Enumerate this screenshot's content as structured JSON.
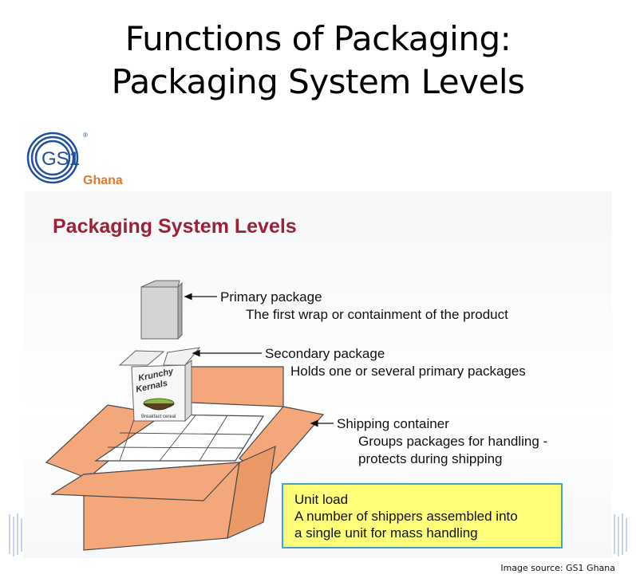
{
  "slide": {
    "title_line1": "Functions of Packaging:",
    "title_line2": "Packaging System Levels",
    "source": "Image source: GS1 Ghana"
  },
  "logo": {
    "mark": "GS1",
    "country": "Ghana"
  },
  "diagram": {
    "heading": "Packaging System Levels",
    "levels": [
      {
        "name": "Primary package",
        "description": "The first wrap or containment of the product"
      },
      {
        "name": "Secondary package",
        "description": "Holds one or several primary packages"
      },
      {
        "name": "Shipping container",
        "description_line1": "Groups packages for handling -",
        "description_line2": "protects during shipping"
      }
    ],
    "cereal_box": {
      "brand_line1": "Krunchy",
      "brand_line2": "Kernals",
      "caption": "Breakfast cereal"
    },
    "unit_load": {
      "name": "Unit load",
      "line1": "A number of shippers assembled into",
      "line2": "a single unit for mass handling"
    }
  },
  "colors": {
    "heading": "#9a2232",
    "box_orange": "#f4a77a",
    "box_edge": "#4a4a4a",
    "unit_fill": "#ffff7a",
    "unit_border": "#46a3c8",
    "logo_blue": "#1f4fa0",
    "logo_orange": "#e0782c"
  }
}
